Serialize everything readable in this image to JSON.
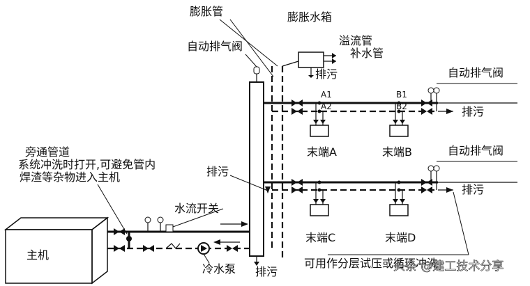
{
  "labels": {
    "expansion_pipe": "膨胀管",
    "expansion_tank": "膨胀水箱",
    "overflow_pipe": "溢流管",
    "makeup_pipe": "补水管",
    "auto_vent_top": "自动排气阀",
    "drain_tank": "排污",
    "auto_vent_right_top": "自动排气阀",
    "a1": "A1",
    "a2": "A2",
    "b1": "B1",
    "b2": "B2",
    "drain_upper": "排污",
    "bypass_title": "旁通管道",
    "bypass_line2": "系统冲洗时打开,可避免管内",
    "bypass_line3": "焊渣等杂物进入主机",
    "terminal_a": "末端A",
    "terminal_b": "末端B",
    "auto_vent_right_bottom": "自动排气阀",
    "drain_middle_left": "排污",
    "drain_lower": "排污",
    "flow_switch": "水流开关",
    "main_unit": "主机",
    "terminal_c": "末端C",
    "terminal_d": "末端D",
    "chilled_pump": "冷水泵",
    "drain_bottom": "排污",
    "note_bottom": "可用作分层试压或循环冲洗",
    "watermark": "头条 @建工技术分享"
  }
}
